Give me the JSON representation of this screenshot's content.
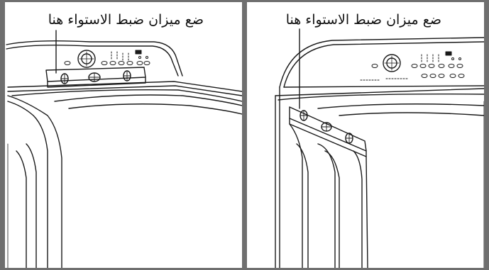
{
  "panels": [
    {
      "caption": "ضع ميزان ضبط الاستواء هنا",
      "level_position": "front-of-console"
    },
    {
      "caption": "ضع ميزان ضبط الاستواء هنا",
      "level_position": "front-corner-of-lid"
    }
  ],
  "colors": {
    "frame": "#6f6f6f",
    "line": "#1a1a1a",
    "background": "#ffffff"
  },
  "icons": [
    "washer-outline",
    "spirit-level",
    "control-knob",
    "leader-line"
  ]
}
